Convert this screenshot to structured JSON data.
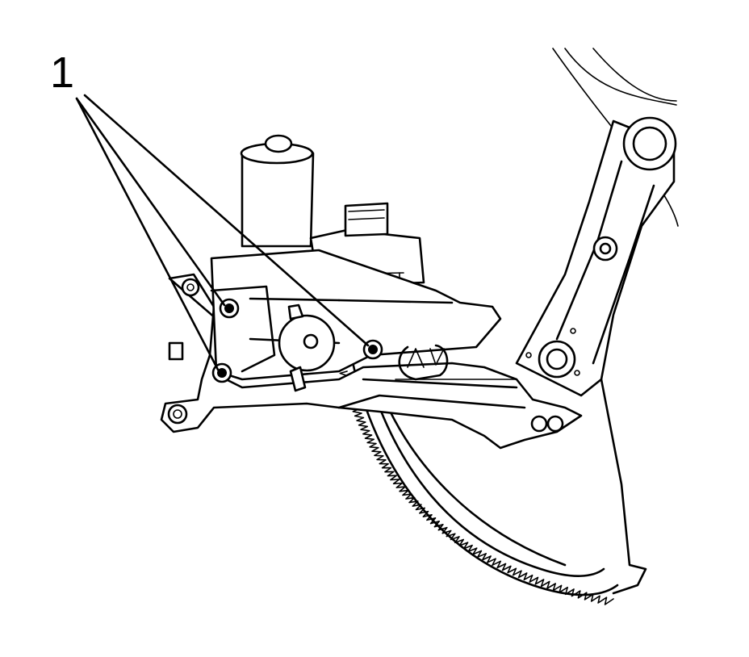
{
  "diagram": {
    "callouts": [
      {
        "id": "1",
        "label": "1",
        "targets": [
          "upper-left-bolt",
          "lower-left-bolt",
          "center-bolt"
        ]
      }
    ],
    "colors": {
      "line": "#000000",
      "background": "#ffffff"
    }
  }
}
